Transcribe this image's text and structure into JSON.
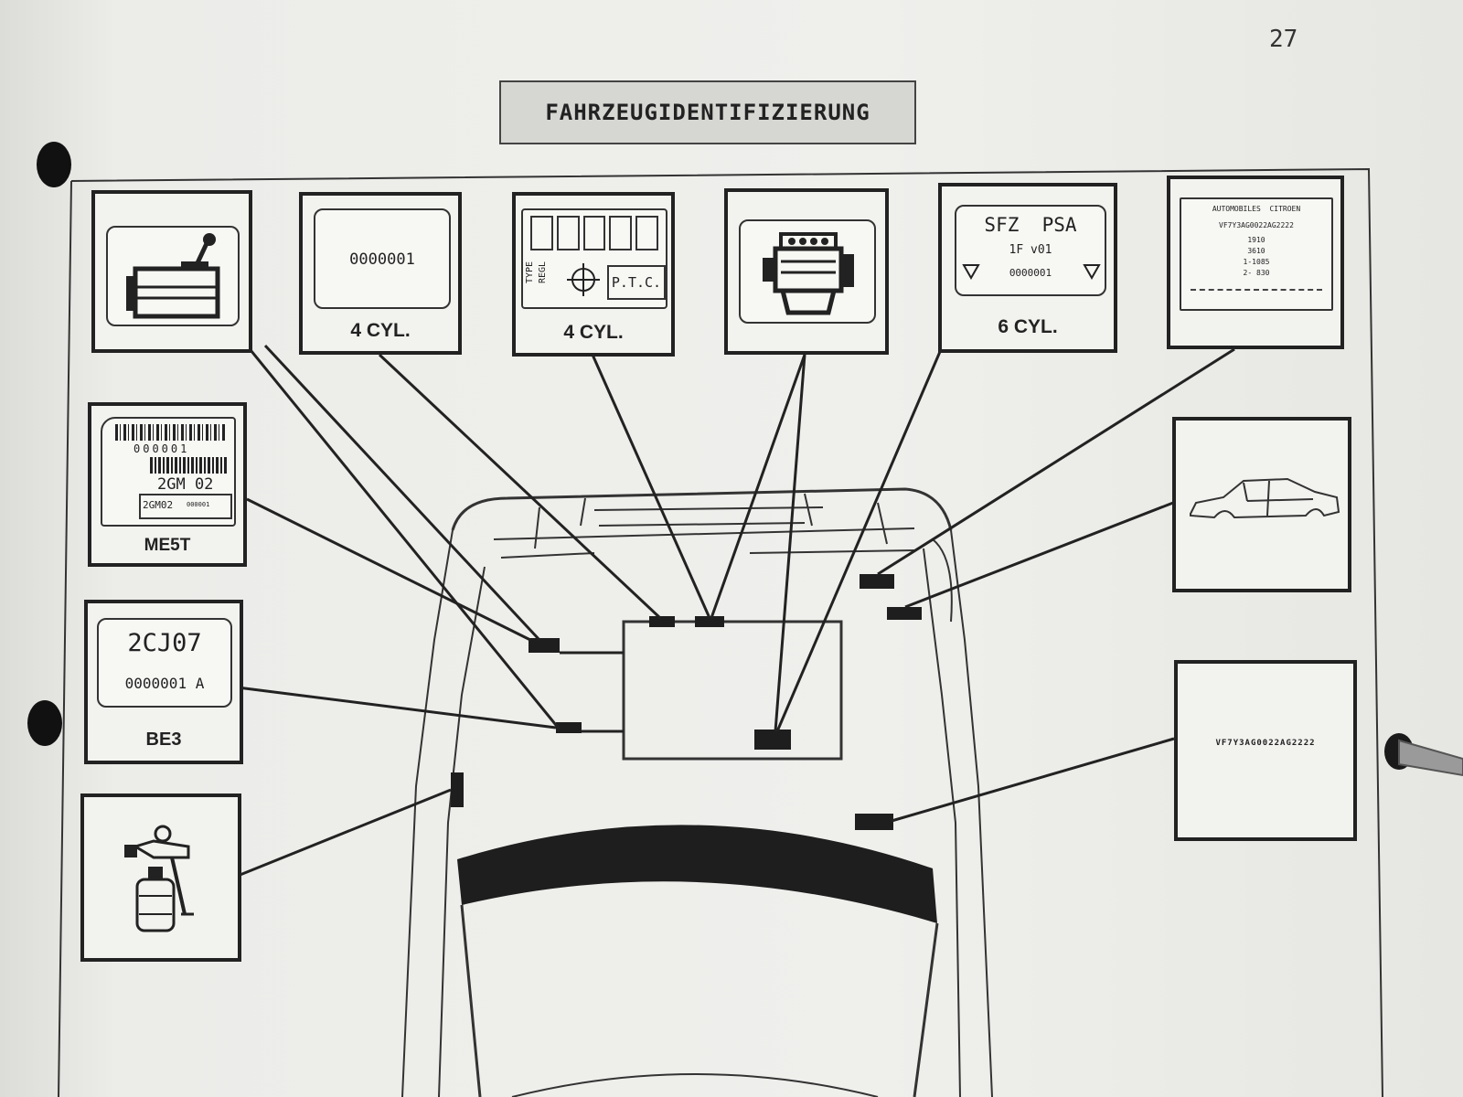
{
  "page_number": "27",
  "title": "FAHRZEUGIDENTIFIZIERUNG",
  "panels": {
    "gearbox": {
      "icon": "gearbox-icon"
    },
    "engine_4cyl_plate": {
      "number": "0000001",
      "caption": "4 CYL."
    },
    "type_plate_4cyl": {
      "type_label": "TYPE",
      "regl_label": "REGL",
      "ptc_label": "P.T.C.",
      "caption": "4 CYL."
    },
    "engine": {
      "icon": "engine-icon"
    },
    "engine_6cyl_plate": {
      "line1": "SFZ  PSA",
      "line2": "1F v01",
      "line3": "0000001",
      "caption": "6 CYL."
    },
    "manufacturer_plate": {
      "line1": "AUTOMOBILES  CITROEN",
      "line2": "VF7Y3AG0022AG2222",
      "line3": "1910",
      "line4": "3610",
      "line5": "1-1085",
      "line6": "2- 830"
    },
    "gearbox_label_me5t": {
      "barcode_num": "000001",
      "code": "2GM 02",
      "code_small": "2GM02",
      "serial_small": "000001",
      "caption": "ME5T"
    },
    "body": {
      "icon": "car-body-icon"
    },
    "gearbox_plate_be3": {
      "code": "2CJ07",
      "serial": "0000001 A",
      "caption": "BE3"
    },
    "vin_stamp": {
      "vin": "VF7Y3AG0022AG2222"
    },
    "paint": {
      "icon": "spray-gun-icon"
    }
  },
  "colors": {
    "ink": "#222222",
    "paper": "#efefec",
    "title_bg": "#d6d6d3"
  }
}
